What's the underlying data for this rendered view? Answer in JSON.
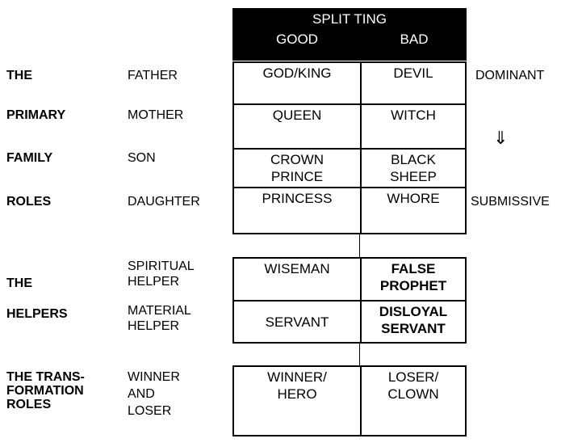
{
  "header": {
    "title": "SPLIT TING",
    "col_good": "GOOD",
    "col_bad": "BAD"
  },
  "right_labels": {
    "top": "DOMINANT",
    "arrow": "⇓",
    "bottom": "SUBMISSIVE"
  },
  "sections": [
    {
      "name": "primary-family-roles",
      "group_label_lines": [
        "THE",
        "PRIMARY",
        "FAMILY",
        "ROLES"
      ],
      "rows": [
        {
          "role": "FATHER",
          "good": [
            "GOD/KING"
          ],
          "bad": [
            "DEVIL"
          ],
          "bad_bold": false
        },
        {
          "role": "MOTHER",
          "good": [
            "QUEEN"
          ],
          "bad": [
            "WITCH"
          ],
          "bad_bold": false
        },
        {
          "role": "SON",
          "good": [
            "CROWN",
            "PRINCE"
          ],
          "bad": [
            "BLACK",
            "SHEEP"
          ],
          "bad_bold": false
        },
        {
          "role": "DAUGHTER",
          "good": [
            "PRINCESS"
          ],
          "bad": [
            "WHORE"
          ],
          "bad_bold": false
        }
      ]
    },
    {
      "name": "helpers",
      "group_label_lines": [
        "THE",
        "HELPERS"
      ],
      "rows": [
        {
          "role_lines": [
            "SPIRITUAL",
            "HELPER"
          ],
          "good": [
            "WISEMAN"
          ],
          "bad": [
            "FALSE",
            "PROPHET"
          ],
          "bad_bold": true
        },
        {
          "role_lines": [
            "MATERIAL",
            "HELPER"
          ],
          "good": [
            "SERVANT"
          ],
          "bad": [
            "DISLOYAL",
            "SERVANT"
          ],
          "bad_bold": true
        }
      ]
    },
    {
      "name": "transformation-roles",
      "group_label_lines": [
        "THE TRANS-",
        "FORMATION",
        "ROLES"
      ],
      "rows": [
        {
          "role_lines": [
            "WINNER",
            "AND",
            "LOSER"
          ],
          "good": [
            "WINNER/",
            "HERO"
          ],
          "bad": [
            "LOSER/",
            "CLOWN"
          ],
          "bad_bold": false
        }
      ]
    }
  ],
  "labels": {
    "g1_l1": "THE",
    "g1_l2": "PRIMARY",
    "g1_l3": "FAMILY",
    "g1_l4": "ROLES",
    "g2_l1": "THE",
    "g2_l2": "HELPERS",
    "g3_l1": "THE TRANS-",
    "g3_l2": "FORMATION",
    "g3_l3": "ROLES",
    "r1": "FATHER",
    "r2": "MOTHER",
    "r3": "SON",
    "r4": "DAUGHTER",
    "r5a": "SPIRITUAL",
    "r5b": "HELPER",
    "r6a": "MATERIAL",
    "r6b": "HELPER",
    "r7a": "WINNER",
    "r7b": "AND",
    "r7c": "LOSER"
  },
  "cells": {
    "c1g": "GOD/KING",
    "c1b": "DEVIL",
    "c2g": "QUEEN",
    "c2b": "WITCH",
    "c3g1": "CROWN",
    "c3g2": "PRINCE",
    "c3b1": "BLACK",
    "c3b2": "SHEEP",
    "c4g": "PRINCESS",
    "c4b": "WHORE",
    "c5g": "WISEMAN",
    "c5b1": "FALSE",
    "c5b2": "PROPHET",
    "c6g": "SERVANT",
    "c6b1": "DISLOYAL",
    "c6b2": "SERVANT",
    "c7g1": "WINNER/",
    "c7g2": "HERO",
    "c7b1": "LOSER/",
    "c7b2": "CLOWN"
  },
  "colors": {
    "ink": "#000000",
    "paper": "#ffffff",
    "header_bg": "#000000",
    "header_fg": "#ffffff"
  }
}
